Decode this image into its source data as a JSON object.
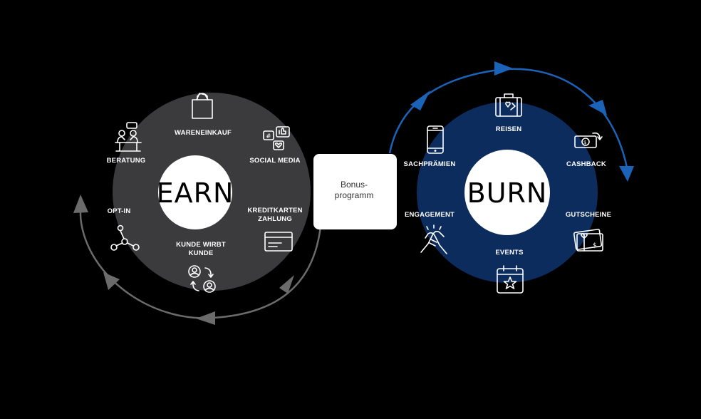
{
  "earn": {
    "title": "EARN",
    "items": {
      "wareneinkauf": "WARENEINKAUF",
      "social_media": "SOCIAL MEDIA",
      "kreditkarten_l1": "KREDITKARTEN",
      "kreditkarten_l2": "ZAHLUNG",
      "kunde_wirbt_l1": "KUNDE WIRBT",
      "kunde_wirbt_l2": "KUNDE",
      "opt_in": "OPT-IN",
      "beratung": "BERATUNG"
    },
    "colors": {
      "circle": "#3b3b3e",
      "arrow": "#6b6b6b"
    },
    "icons": [
      "shopping-bag-icon",
      "social-media-icon",
      "credit-card-icon",
      "referral-icon",
      "network-icon",
      "consultation-icon"
    ]
  },
  "center": {
    "line1": "Bonus-",
    "line2": "programm"
  },
  "burn": {
    "title": "BURN",
    "items": {
      "reisen": "REISEN",
      "cashback": "CASHBACK",
      "gutscheine": "GUTSCHEINE",
      "events": "EVENTS",
      "engagement": "ENGAGEMENT",
      "sachpraemien": "SACHPRÄMIEN"
    },
    "colors": {
      "circle": "#0d2c5e",
      "arrow": "#1a63b8"
    },
    "icons": [
      "suitcase-icon",
      "cashback-icon",
      "gift-card-icon",
      "calendar-star-icon",
      "handshake-icon",
      "smartphone-icon"
    ]
  }
}
